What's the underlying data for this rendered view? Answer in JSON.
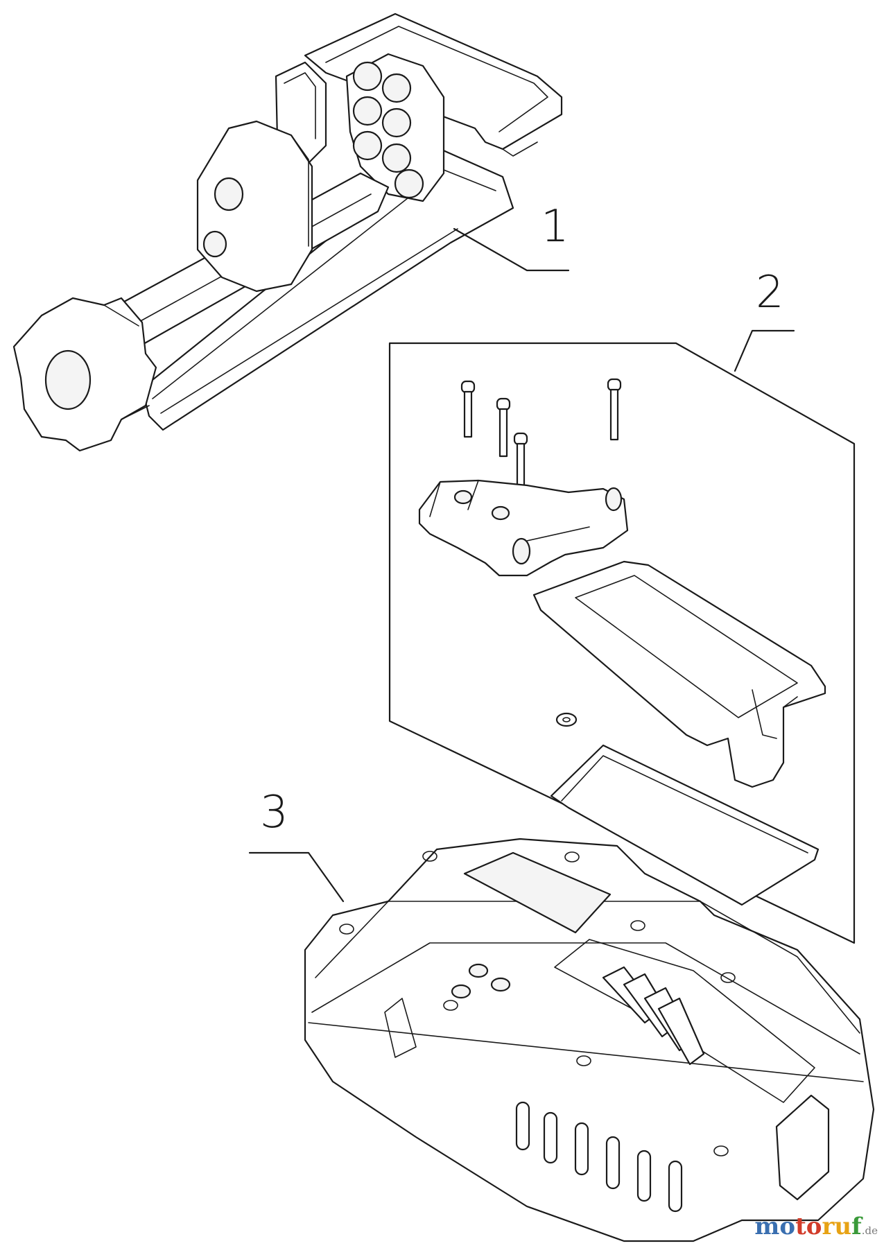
{
  "callouts": [
    {
      "id": "1",
      "label": "1"
    },
    {
      "id": "2",
      "label": "2"
    },
    {
      "id": "3",
      "label": "3"
    }
  ],
  "brand": {
    "part1": "mo",
    "part2": "to",
    "part3": "ru",
    "part4": "f",
    "suffix": ".de"
  },
  "colors": {
    "line": "#1a1a1a",
    "brand_blue": "#3a6fb0",
    "brand_red": "#d23c2a",
    "brand_orange": "#e7a214",
    "brand_green": "#3a9a3a"
  }
}
